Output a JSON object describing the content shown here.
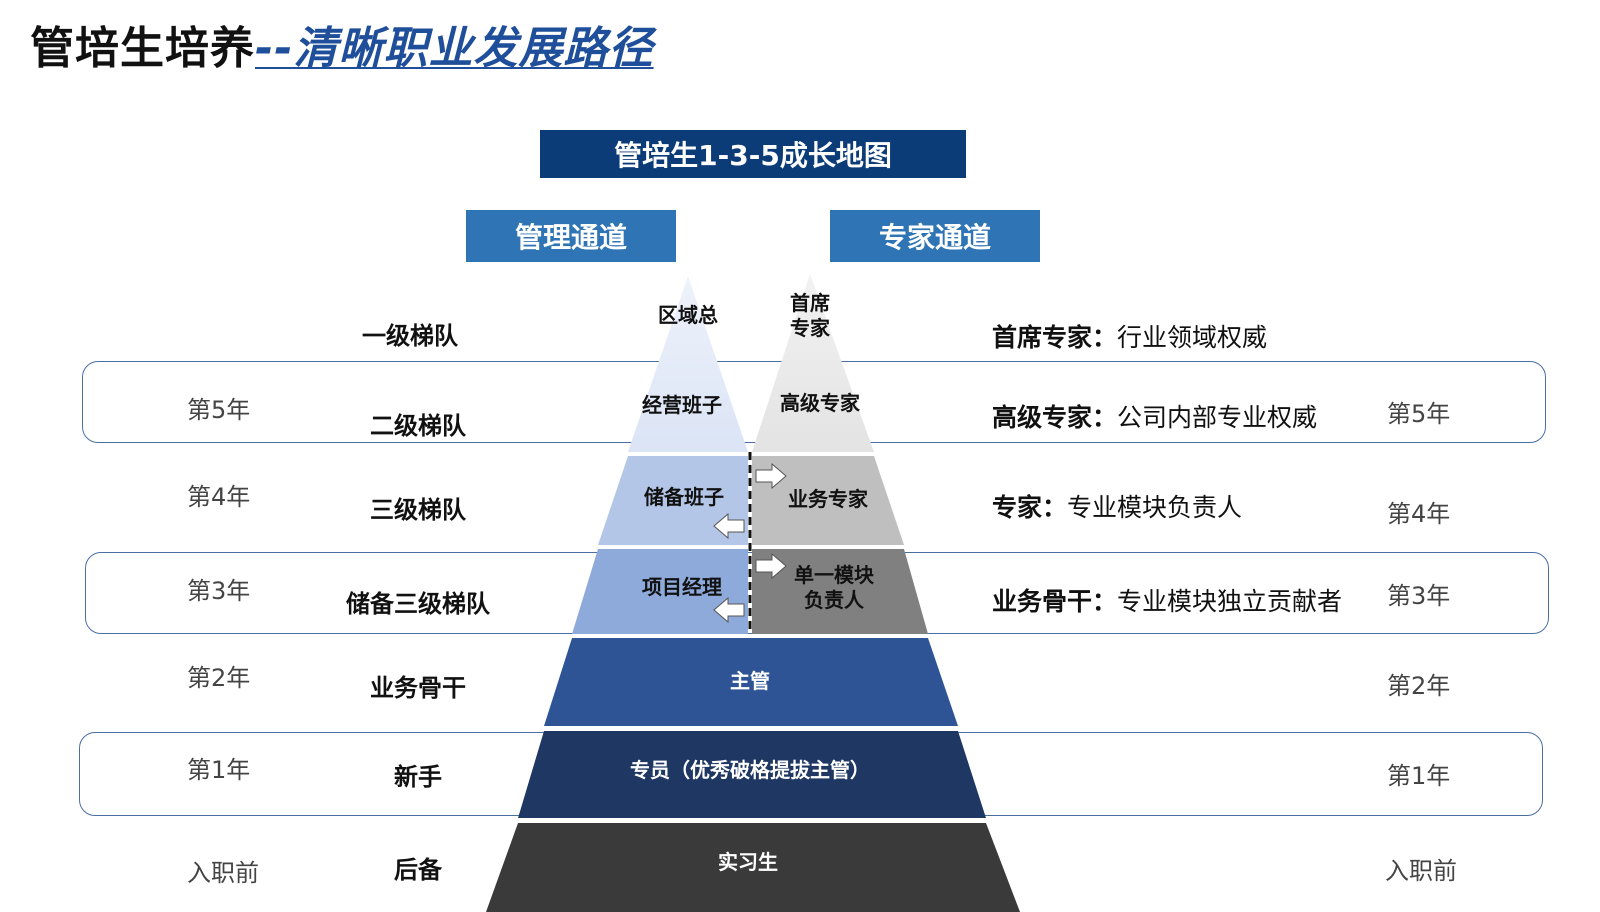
{
  "header": {
    "title_main": "管培生培养",
    "title_sub": "--清晰职业发展路径"
  },
  "map_title": "管培生1-3-5成长地图",
  "channels": {
    "management": "管理通道",
    "expert": "专家通道"
  },
  "tiers": {
    "t1": "一级梯队",
    "t2": "二级梯队",
    "t3": "三级梯队",
    "t4": "储备三级梯队",
    "t5": "业务骨干",
    "t6": "新手",
    "t7": "后备"
  },
  "years_left": {
    "y5": "第5年",
    "y4": "第4年",
    "y3": "第3年",
    "y2": "第2年",
    "y1": "第1年",
    "y0": "入职前"
  },
  "years_right": {
    "y5": "第5年",
    "y4": "第4年",
    "y3": "第3年",
    "y2": "第2年",
    "y1": "第1年",
    "y0": "入职前"
  },
  "pyramid": {
    "left_top": "区域总",
    "right_top_1": "首席",
    "right_top_2": "专家",
    "left_2": "经营班子",
    "right_2": "高级专家",
    "left_3": "储备班子",
    "right_3": "业务专家",
    "left_4": "项目经理",
    "right_4_1": "单一模块",
    "right_4_2": "负责人",
    "level_5": "主管",
    "level_6": "专员（优秀破格提拔主管）",
    "level_7": "实习生"
  },
  "expert_desc": {
    "e1_title": "首席专家：",
    "e1_text": "行业领域权威",
    "e2_title": "高级专家：",
    "e2_text": "公司内部专业权威",
    "e3_title": "专家：",
    "e3_text": "专业模块负责人",
    "e4_title": "业务骨干：",
    "e4_text": "专业模块独立贡献者"
  },
  "colors": {
    "title_sub": "#1f4e9a",
    "map_title_bg": "#0c3c78",
    "channel_bg": "#2f75b5",
    "band_border": "#4a6fa5",
    "level_5": "#2e5496",
    "level_6": "#1f3763",
    "level_7": "#3a3a3a"
  }
}
